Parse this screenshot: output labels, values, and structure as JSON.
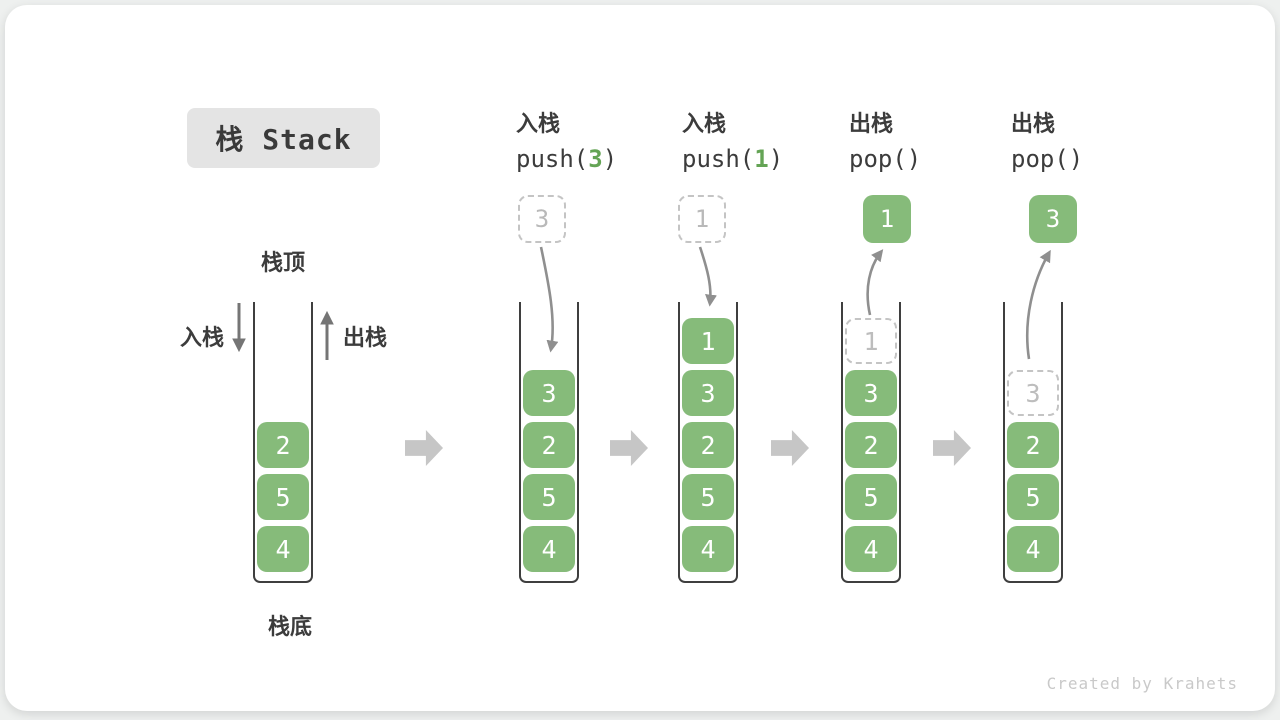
{
  "colors": {
    "green": "#86BB7A",
    "code_green": "#64A455",
    "dark_text": "#3C3C3C",
    "curved_arrow_gray": "#8F8F8F",
    "side_arrow_gray": "#757575",
    "block_arrow_gray": "#C6C6C6",
    "ghost_gray": "#BDBDBD",
    "title_bg": "#E4E4E4",
    "watermark_gray": "#C9C9C9"
  },
  "title": "栈 Stack",
  "legend": {
    "stack_top": "栈顶",
    "stack_bottom": "栈底",
    "push_side": "入栈",
    "pop_side": "出栈"
  },
  "steps": [
    {
      "op": "入栈",
      "code_pre": "push(",
      "code_arg": "3",
      "code_post": ")",
      "float_value": "3"
    },
    {
      "op": "入栈",
      "code_pre": "push(",
      "code_arg": "1",
      "code_post": ")",
      "float_value": "1"
    },
    {
      "op": "出栈",
      "code_pre": "pop(",
      "code_arg": "",
      "code_post": ")",
      "float_value": "1"
    },
    {
      "op": "出栈",
      "code_pre": "pop(",
      "code_arg": "",
      "code_post": ")",
      "float_value": "3"
    }
  ],
  "stacks": [
    {
      "items": [
        "2",
        "5",
        "4"
      ]
    },
    {
      "items": [
        "3",
        "2",
        "5",
        "4"
      ]
    },
    {
      "items": [
        "1",
        "3",
        "2",
        "5",
        "4"
      ]
    },
    {
      "ghost": "1",
      "items": [
        "3",
        "2",
        "5",
        "4"
      ]
    },
    {
      "ghost": "3",
      "items": [
        "2",
        "5",
        "4"
      ]
    }
  ],
  "watermark": "Created by Krahets"
}
